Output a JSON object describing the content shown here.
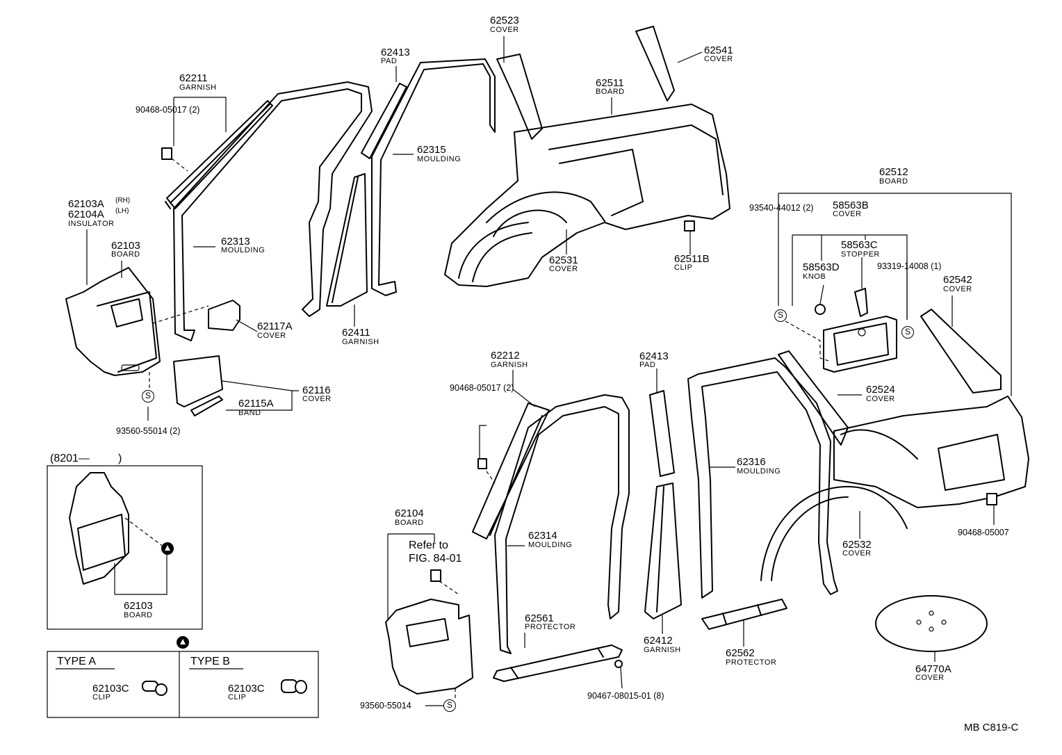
{
  "parts": {
    "p62523": {
      "num": "62523",
      "name": "COVER"
    },
    "p62541": {
      "num": "62541",
      "name": "COVER"
    },
    "p62413a": {
      "num": "62413",
      "name": "PAD"
    },
    "p62511": {
      "num": "62511",
      "name": "BOARD"
    },
    "p62211": {
      "num": "62211",
      "name": "GARNISH"
    },
    "p90468a": {
      "num": "90468-05017 (2)"
    },
    "p62315": {
      "num": "62315",
      "name": "MOULDING"
    },
    "p62512": {
      "num": "62512",
      "name": "BOARD"
    },
    "p62103A": {
      "num": "62103A",
      "sup": "(RH)"
    },
    "p62104A": {
      "num": "62104A",
      "sup": "(LH)",
      "name": "INSULATOR"
    },
    "p62103": {
      "num": "62103",
      "name": "BOARD"
    },
    "p62313": {
      "num": "62313",
      "name": "MOULDING"
    },
    "p93540": {
      "num": "93540-44012 (2)"
    },
    "p58563B": {
      "num": "58563B",
      "name": "COVER"
    },
    "p58563C": {
      "num": "58563C",
      "name": "STOPPER"
    },
    "p62531": {
      "num": "62531",
      "name": "COVER"
    },
    "p62511B": {
      "num": "62511B",
      "name": "CLIP"
    },
    "p58563D": {
      "num": "58563D",
      "name": "KNOB"
    },
    "p93319": {
      "num": "93319-14008 (1)"
    },
    "p62542": {
      "num": "62542",
      "name": "COVER"
    },
    "p62117A": {
      "num": "62117A",
      "name": "COVER"
    },
    "p62411": {
      "num": "62411",
      "name": "GARNISH"
    },
    "p62413b": {
      "num": "62413",
      "name": "PAD"
    },
    "p62212": {
      "num": "62212",
      "name": "GARNISH"
    },
    "p62116": {
      "num": "62116",
      "name": "COVER"
    },
    "p62115A": {
      "num": "62115A",
      "name": "BAND"
    },
    "p62524": {
      "num": "62524",
      "name": "COVER"
    },
    "p93560a": {
      "num": "93560-55014 (2)"
    },
    "p90468b": {
      "num": "90468-05017 (2)"
    },
    "p62316": {
      "num": "62316",
      "name": "MOULDING"
    },
    "p62314": {
      "num": "62314",
      "name": "MOULDING"
    },
    "p62104": {
      "num": "62104",
      "name": "BOARD"
    },
    "p62532": {
      "num": "62532",
      "name": "COVER"
    },
    "p90468c": {
      "num": "90468-05007"
    },
    "p62561": {
      "num": "62561",
      "name": "PROTECTOR"
    },
    "p62412": {
      "num": "62412",
      "name": "GARNISH"
    },
    "p62562": {
      "num": "62562",
      "name": "PROTECTOR"
    },
    "p64770A": {
      "num": "64770A",
      "name": "COVER"
    },
    "p93560b": {
      "num": "93560-55014"
    },
    "p90467": {
      "num": "90467-08015-01 (8)"
    },
    "inset_62103": {
      "num": "62103",
      "name": "BOARD"
    }
  },
  "inset": {
    "period": "(8201—",
    "period_close": ")"
  },
  "refer": {
    "line1": "Refer to",
    "line2": "FIG. 84-01"
  },
  "s_mark": "S",
  "types": {
    "a": {
      "label": "TYPE A",
      "num": "62103C",
      "name": "CLIP"
    },
    "b": {
      "label": "TYPE B",
      "num": "62103C",
      "name": "CLIP"
    }
  },
  "footer_code": "MB  C819-C"
}
